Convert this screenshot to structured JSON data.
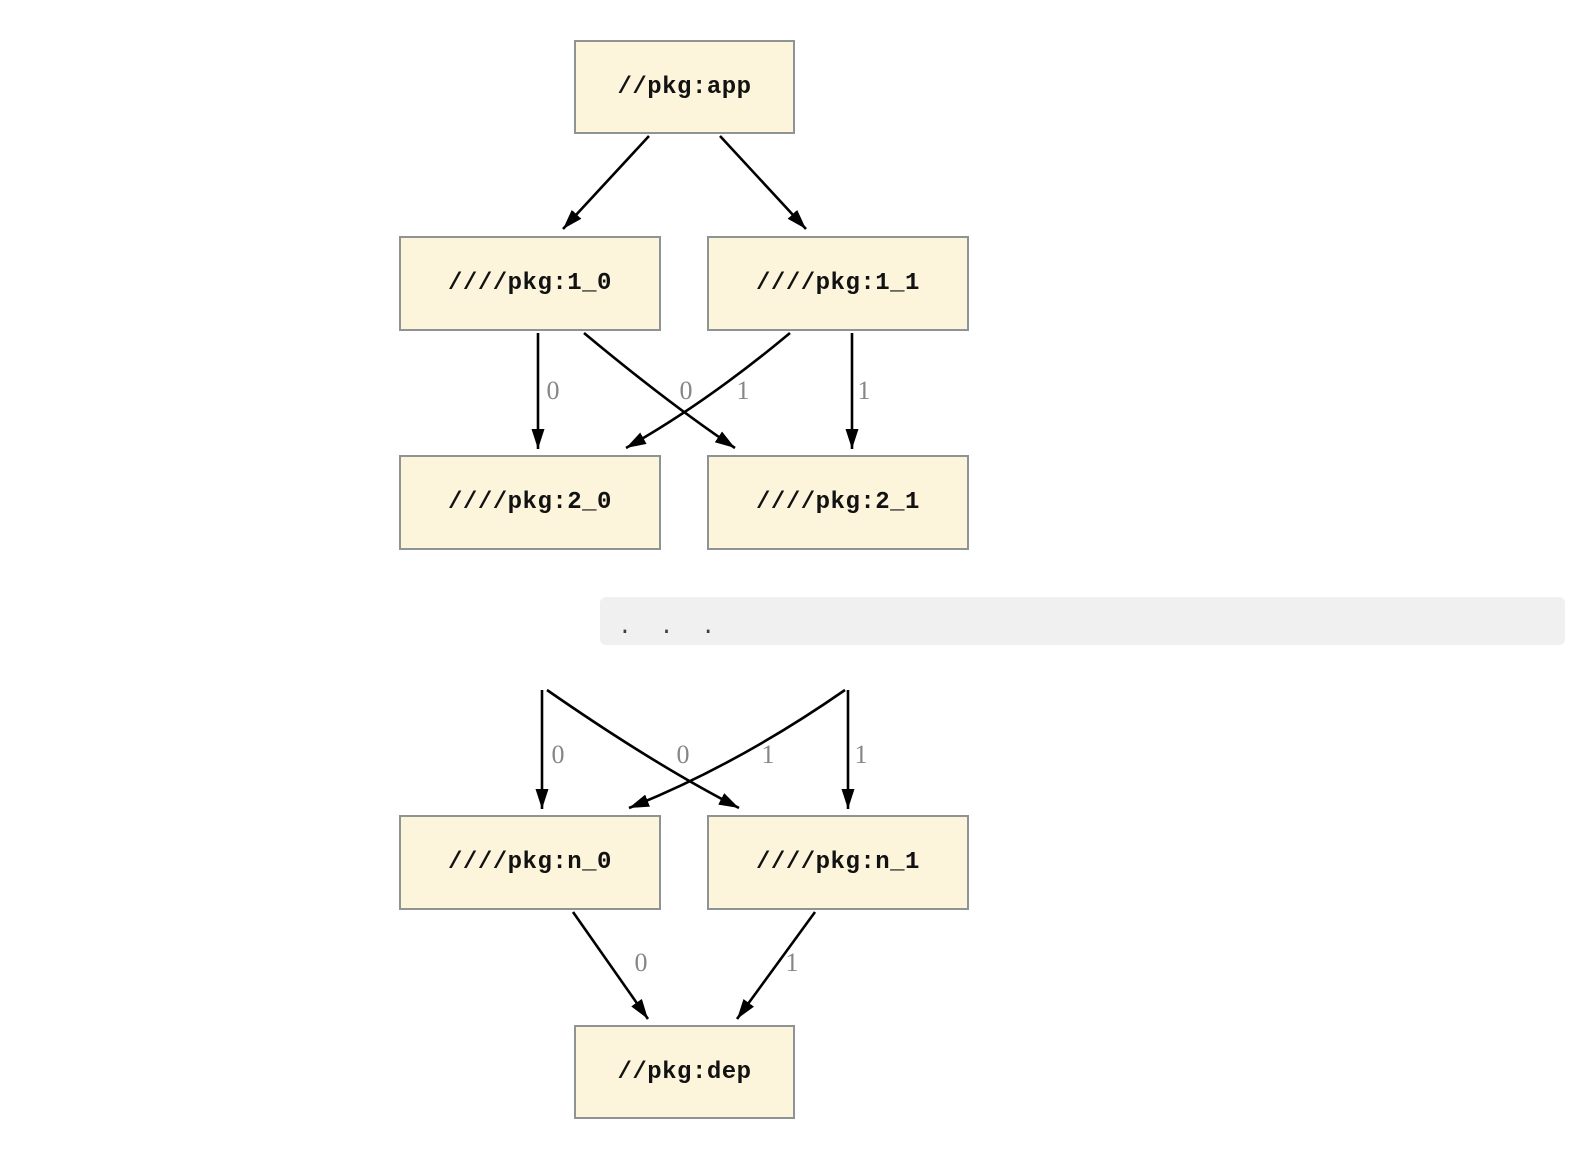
{
  "colors": {
    "node_fill": "#fcf5dc",
    "node_border": "#8e9494",
    "node_text": "#121212",
    "edge": "#000000",
    "edge_label": "#868686",
    "separator_bg": "#f0f0f0",
    "separator_text": "#3c3c3c"
  },
  "graph_top": {
    "nodes": {
      "app": "//pkg:app",
      "v1_0": "////pkg:1_0",
      "v1_1": "////pkg:1_1",
      "v2_0": "////pkg:2_0",
      "v2_1": "////pkg:2_1"
    },
    "edges": [
      {
        "from": "app",
        "to": "v1_0",
        "label": ""
      },
      {
        "from": "app",
        "to": "v1_1",
        "label": ""
      },
      {
        "from": "v1_0",
        "to": "v2_0",
        "label": "0"
      },
      {
        "from": "v1_0",
        "to": "v2_1",
        "label": "1"
      },
      {
        "from": "v1_1",
        "to": "v2_0",
        "label": "0"
      },
      {
        "from": "v1_1",
        "to": "v2_1",
        "label": "1"
      }
    ]
  },
  "separator": {
    "text": ". . ."
  },
  "graph_bottom": {
    "nodes": {
      "vn_0": "////pkg:n_0",
      "vn_1": "////pkg:n_1",
      "dep": "//pkg:dep"
    },
    "edges": [
      {
        "from": "ellipsis-left",
        "to": "vn_0",
        "label": "0"
      },
      {
        "from": "ellipsis-left",
        "to": "vn_1",
        "label": "1"
      },
      {
        "from": "ellipsis-right",
        "to": "vn_0",
        "label": "0"
      },
      {
        "from": "ellipsis-right",
        "to": "vn_1",
        "label": "1"
      },
      {
        "from": "vn_0",
        "to": "dep",
        "label": "0"
      },
      {
        "from": "vn_1",
        "to": "dep",
        "label": "1"
      }
    ]
  }
}
